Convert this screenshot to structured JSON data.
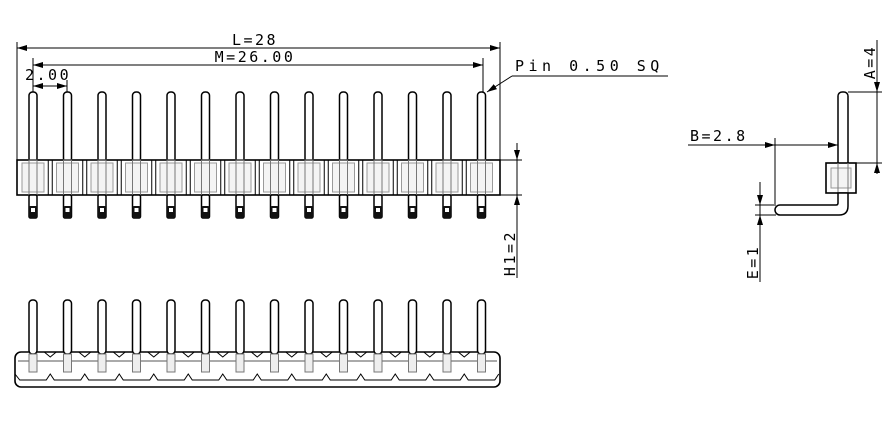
{
  "drawing": {
    "front_view": {
      "overall_length_label": "L=28",
      "pin_row_length_label": "M=26.00",
      "pitch_label": "2.00",
      "pin_callout": "Pin 0.50 SQ",
      "body_height_label": "H1=2"
    },
    "side_view": {
      "pin_height_label": "A=4",
      "offset_label": "B=2.8",
      "tail_label": "E=1"
    }
  },
  "colors": {
    "line": "#000000",
    "background": "#ffffff"
  }
}
